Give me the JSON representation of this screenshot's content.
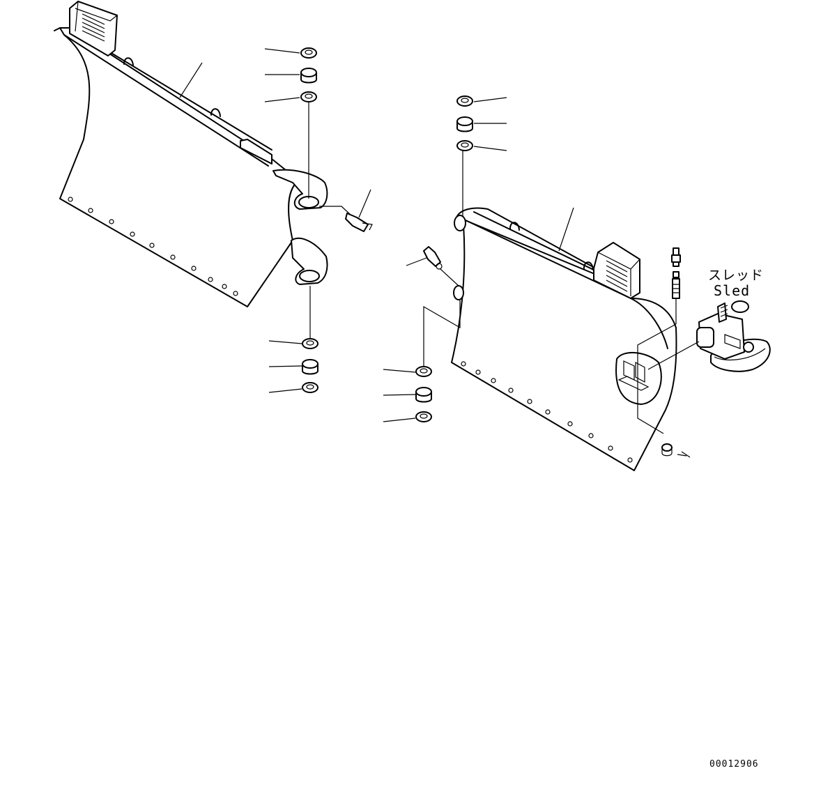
{
  "labels": {
    "sled_japanese": "スレッド",
    "sled_english": "Sled",
    "drawing_number": "00012906"
  },
  "icons": [
    "blade-left-icon",
    "blade-right-icon",
    "bushing-icon",
    "grease-fitting-icon",
    "sled-icon"
  ],
  "colors": {
    "ink": "#000000",
    "paper": "#ffffff"
  }
}
